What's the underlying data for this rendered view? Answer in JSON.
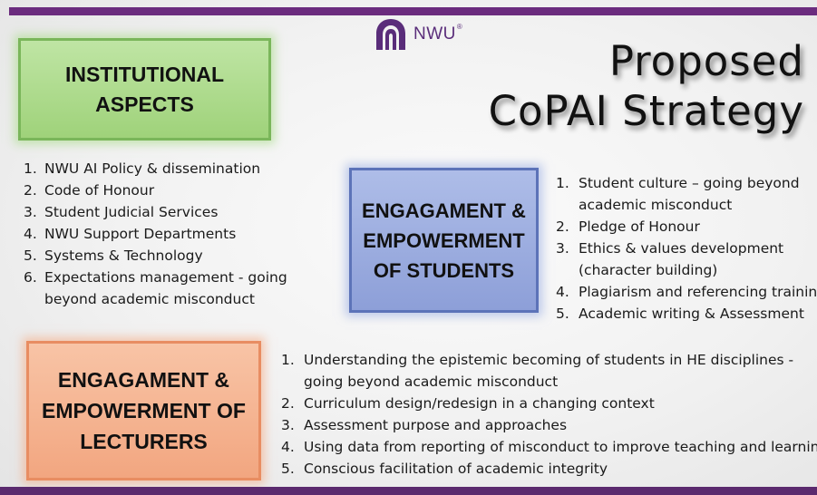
{
  "logo": {
    "text": "NWU",
    "mark": "®"
  },
  "title": {
    "line1": "Proposed",
    "line2": "CoPAI Strategy"
  },
  "boxes": {
    "institutional": "INSTITUTIONAL\nASPECTS",
    "students": "ENGAGAMENT &\nEMPOWERMENT\nOF STUDENTS",
    "lecturers": "ENGAGAMENT &\nEMPOWERMENT OF\nLECTURERS"
  },
  "institutional_items": [
    {
      "n": "1.",
      "text": "NWU AI Policy & dissemination"
    },
    {
      "n": "2.",
      "text": "Code of Honour"
    },
    {
      "n": "3.",
      "text": "Student Judicial Services"
    },
    {
      "n": "4.",
      "text": "NWU Support Departments"
    },
    {
      "n": "5.",
      "text": "Systems & Technology"
    },
    {
      "n": "6.",
      "text": "Expectations management - going beyond academic misconduct"
    }
  ],
  "student_items": [
    {
      "n": "1.",
      "text": "Student culture – going beyond academic misconduct"
    },
    {
      "n": "2.",
      "text": "Pledge of Honour"
    },
    {
      "n": "3.",
      "text": "Ethics & values development (character building)"
    },
    {
      "n": "4.",
      "text": "Plagiarism and referencing training"
    },
    {
      "n": "5.",
      "text": "Academic writing & Assessment"
    }
  ],
  "lecturer_items": [
    {
      "n": "1.",
      "text": "Understanding the epistemic becoming of students in HE disciplines - going beyond academic misconduct"
    },
    {
      "n": "2.",
      "text": "Curriculum design/redesign in a changing context"
    },
    {
      "n": "3.",
      "text": "Assessment purpose and approaches"
    },
    {
      "n": "4.",
      "text": "Using data from reporting of misconduct to improve teaching and learning"
    },
    {
      "n": "5.",
      "text": "Conscious facilitation of academic integrity"
    }
  ],
  "colors": {
    "brand_purple": "#6b2c7e",
    "green_box": "#a8d888",
    "blue_box": "#9aaae0",
    "orange_box": "#f4b090"
  }
}
